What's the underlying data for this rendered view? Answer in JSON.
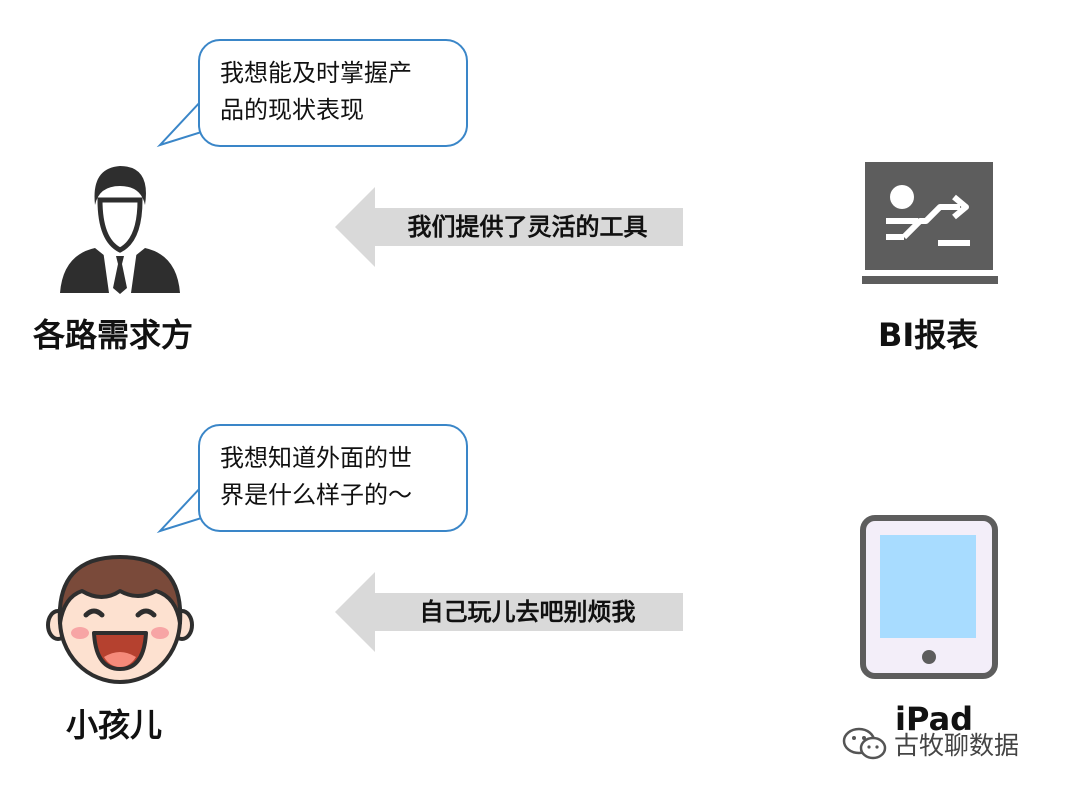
{
  "rows": [
    {
      "bubble_line1": "我想能及时掌握产",
      "bubble_line2": "品的现状表现",
      "left_caption": "各路需求方",
      "arrow_label": "我们提供了灵活的工具",
      "right_caption": "BI报表",
      "left_icon": "businessman-icon",
      "right_icon": "presentation-board-icon"
    },
    {
      "bubble_line1": "我想知道外面的世",
      "bubble_line2": "界是什么样子的～",
      "left_caption": "小孩儿",
      "arrow_label": "自己玩儿去吧别烦我",
      "right_caption": "iPad",
      "left_icon": "child-face-icon",
      "right_icon": "tablet-icon"
    }
  ],
  "watermark": {
    "text": "古牧聊数据",
    "icon": "wechat-icon"
  },
  "colors": {
    "bubble_border": "#3a86c8",
    "arrow_fill": "#d9d9d9",
    "icon_dark": "#2e2e2e",
    "board_gray": "#5d5d5d",
    "tablet_screen": "#a8dcff",
    "face_skin": "#fde1d0",
    "hair": "#7a4a3a"
  }
}
